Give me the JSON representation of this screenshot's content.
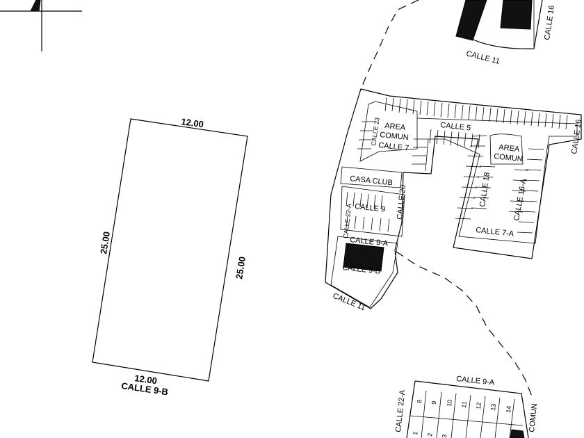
{
  "lot": {
    "dimensions": {
      "top": "12.00",
      "bottom": "12.00",
      "left": "25.00",
      "right": "25.00"
    },
    "street": "CALLE 9-B"
  },
  "streets": {
    "calle_16_top": "CALLE 16",
    "calle_11_top": "CALLE 11",
    "calle_16_right": "CALLE 16",
    "calle_5": "CALLE 5",
    "calle_23": "CALLE 23",
    "calle_7": "CALLE 7",
    "calle_20": "CALLE 20",
    "calle_9": "CALLE 9",
    "calle_22a": "CALLE 22-A",
    "calle_9a": "CALLE 9-A",
    "calle_9b": "CALLE 9-B",
    "calle_11_bottom": "CALLE 11",
    "calle_18": "CALLE 18",
    "calle_16a": "CALLE 16-A",
    "calle_7a": "CALLE 7-A",
    "calle_9a_bottom": "CALLE 9-A",
    "calle_22a_bottom": "CALLE 22-A"
  },
  "areas": {
    "area_comun_1": [
      "AREA",
      "COMUN"
    ],
    "area_comun_2": [
      "AREA",
      "COMUN"
    ],
    "casa_club": "CASA CLUB",
    "comun_bottom": "COMUN"
  },
  "lot_numbers": {
    "top_row": [
      "8",
      "9",
      "10",
      "11",
      "12",
      "13",
      "14"
    ],
    "bottom_row": [
      "1",
      "2",
      "3"
    ]
  }
}
